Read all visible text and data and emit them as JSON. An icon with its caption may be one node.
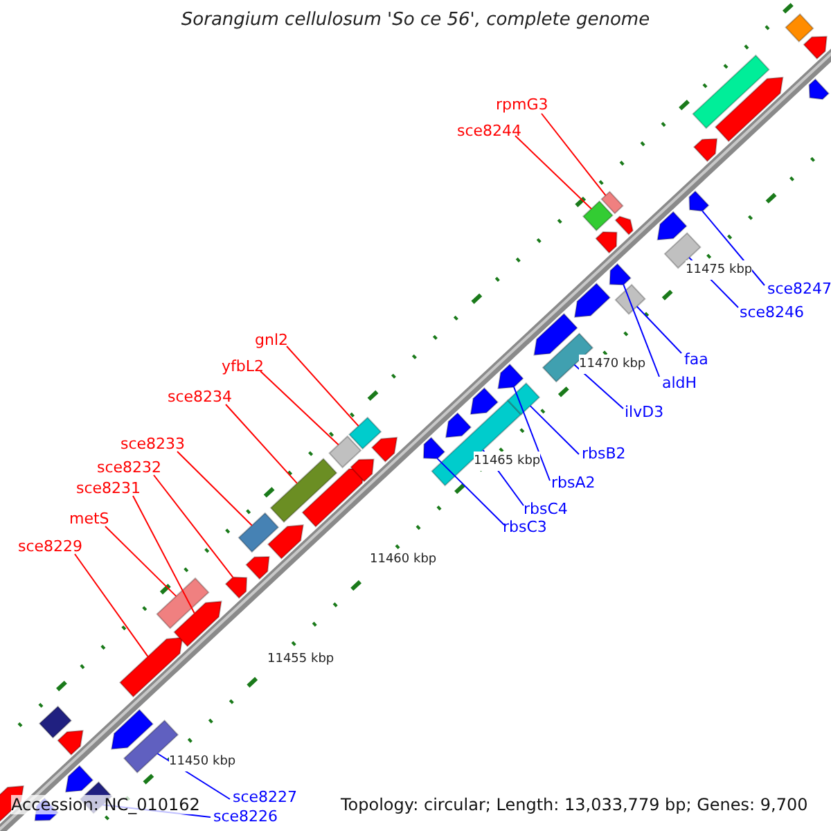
{
  "diagram": {
    "title": "Sorangium cellulosum 'So ce 56', complete genome",
    "nodes": [
      {
        "text": [
          "rpmG3"
        ]
      },
      {
        "text": [
          "sce8244"
        ]
      },
      {
        "text": [
          "gnl2"
        ]
      },
      {
        "text": [
          "yfbL2"
        ]
      },
      {
        "text": [
          "sce8234"
        ]
      },
      {
        "text": [
          "sce8233"
        ]
      },
      {
        "text": [
          "sce8232"
        ]
      },
      {
        "text": [
          "sce8231"
        ]
      },
      {
        "text": [
          "metS"
        ]
      },
      {
        "text": [
          "sce8229"
        ]
      },
      {
        "text": [
          "sce8247"
        ]
      },
      {
        "text": [
          "sce8246"
        ]
      },
      {
        "text": [
          "faa"
        ]
      },
      {
        "text": [
          "aldH"
        ]
      },
      {
        "text": [
          "ilvD3"
        ]
      },
      {
        "text": [
          "rbsB2"
        ]
      },
      {
        "text": [
          "rbsA2"
        ]
      },
      {
        "text": [
          "rbsC4"
        ]
      },
      {
        "text": [
          "rbsC3"
        ]
      },
      {
        "text": [
          "sce8227"
        ]
      },
      {
        "text": [
          "sce8226"
        ]
      },
      {
        "text": [],
        "shape": "pentagon"
      },
      {
        "text": [],
        "shape": "pentagon"
      },
      {
        "text": [],
        "shape": "pentagon"
      },
      {
        "text": [],
        "shape": "pentagon"
      },
      {
        "text": [],
        "shape": "pentagon"
      },
      {
        "text": [],
        "shape": "pentagon"
      },
      {
        "text": [],
        "shape": "pentagon"
      },
      {
        "text": [],
        "shape": "pentagon"
      },
      {
        "text": [],
        "shape": "pentagon"
      },
      {
        "text": [],
        "shape": "pentagon"
      },
      {
        "text": [],
        "shape": "pentagon"
      },
      {
        "text": [],
        "shape": "pentagon"
      },
      {
        "text": [],
        "shape": "pentagon"
      },
      {
        "text": [],
        "shape": "pentagon"
      },
      {
        "text": [],
        "shape": "pentagon"
      },
      {
        "text": [],
        "shape": "diamond"
      },
      {
        "text": [],
        "shape": "box"
      },
      {
        "text": [],
        "shape": "box"
      },
      {
        "text": [],
        "shape": "box"
      },
      {
        "text": [],
        "shape": "diamond"
      },
      {
        "text": [],
        "shape": "diamond"
      },
      {
        "text": [],
        "shape": "diamond"
      },
      {
        "text": [],
        "shape": "diamond"
      },
      {
        "text": [],
        "shape": "box"
      },
      {
        "text": [],
        "shape": "diamond"
      },
      {
        "text": [],
        "shape": "pentagon"
      },
      {
        "text": [],
        "shape": "pentagon"
      },
      {
        "text": [],
        "shape": "pentagon"
      },
      {
        "text": [],
        "shape": "pentagon"
      },
      {
        "text": [],
        "shape": "pentagon"
      },
      {
        "text": [],
        "shape": "pentagon"
      },
      {
        "text": [],
        "shape": "pentagon"
      },
      {
        "text": [],
        "shape": "pentagon"
      },
      {
        "text": [],
        "shape": "pentagon"
      },
      {
        "text": [],
        "shape": "pentagon"
      },
      {
        "text": [],
        "shape": "pentagon"
      },
      {
        "text": [],
        "shape": "pentagon"
      },
      {
        "text": [],
        "shape": "pentagon"
      },
      {
        "text": [],
        "shape": "diamond"
      },
      {
        "text": [],
        "shape": "box"
      },
      {
        "text": [],
        "shape": "box"
      },
      {
        "text": [],
        "shape": "diamond"
      },
      {
        "text": [],
        "shape": "box"
      },
      {
        "text": [],
        "shape": "diamond"
      },
      {
        "text": [],
        "shape": "diamond"
      }
    ],
    "edges": [
      {
        "from": 0,
        "to": 43,
        "arrow": "none",
        "color": "#ff0000"
      },
      {
        "from": 1,
        "to": 42,
        "arrow": "none",
        "color": "#ff0000"
      },
      {
        "from": 2,
        "to": 41,
        "arrow": "none",
        "color": "#ff0000"
      },
      {
        "from": 3,
        "to": 40,
        "arrow": "none",
        "color": "#ff0000"
      },
      {
        "from": 4,
        "to": 39,
        "arrow": "none",
        "color": "#ff0000"
      },
      {
        "from": 5,
        "to": 38,
        "arrow": "none",
        "color": "#ff0000"
      },
      {
        "from": 6,
        "to": 25,
        "arrow": "none",
        "color": "#ff0000"
      },
      {
        "from": 7,
        "to": 24,
        "arrow": "none",
        "color": "#ff0000"
      },
      {
        "from": 8,
        "to": 37,
        "arrow": "none",
        "color": "#ff0000"
      },
      {
        "from": 9,
        "to": 23,
        "arrow": "none",
        "color": "#ff0000"
      },
      {
        "from": 10,
        "to": 57,
        "arrow": "none"
      },
      {
        "from": 11,
        "to": 65,
        "arrow": "none"
      },
      {
        "from": 12,
        "to": 64,
        "arrow": "none"
      },
      {
        "from": 13,
        "to": 55,
        "arrow": "none"
      },
      {
        "from": 14,
        "to": 63,
        "arrow": "none"
      },
      {
        "from": 15,
        "to": 62,
        "arrow": "none"
      },
      {
        "from": 16,
        "to": 52,
        "arrow": "none"
      },
      {
        "from": 17,
        "to": 61,
        "arrow": "none"
      },
      {
        "from": 18,
        "to": 49,
        "arrow": "none"
      },
      {
        "from": 19,
        "to": 60,
        "arrow": "none"
      },
      {
        "from": 20,
        "to": 59,
        "arrow": "none"
      }
    ],
    "labels": [
      "11475 kbp",
      "11470 kbp",
      "11465 kbp",
      "11460 kbp",
      "11455 kbp",
      "11450 kbp",
      "Accession: NC_010162",
      "Topology: circular; Length: 13,033,779 bp; Genes: 9,700"
    ]
  }
}
